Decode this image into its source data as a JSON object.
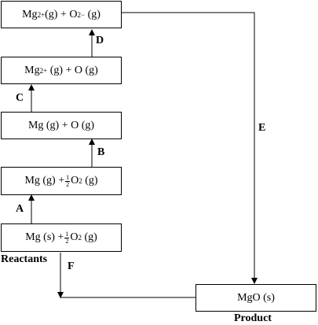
{
  "boxes": {
    "b1": {
      "sp1": "Mg",
      "sp1_sup": "2+",
      "p1": "(g) + O",
      "sp2_sup": "2−",
      "p2": "(g)"
    },
    "b2": {
      "sp1": "Mg",
      "sp1_sup": "2+",
      "p1": "(g) + O (g)"
    },
    "b3": {
      "text": "Mg (g) + O (g)"
    },
    "b4": {
      "pre": "Mg (g) + ",
      "frac_num": "1",
      "frac_den": "2",
      "o": "O",
      "sub": "2",
      "post": "(g)"
    },
    "b5": {
      "pre": "Mg (s) + ",
      "frac_num": "1",
      "frac_den": "2",
      "o": "O",
      "sub": "2",
      "post": "(g)"
    },
    "product_box": {
      "text": "MgO (s)"
    }
  },
  "arrow_labels": {
    "A": "A",
    "B": "B",
    "C": "C",
    "D": "D",
    "E": "E",
    "F": "F"
  },
  "captions": {
    "reactants": "Reactants",
    "product": "Product"
  }
}
